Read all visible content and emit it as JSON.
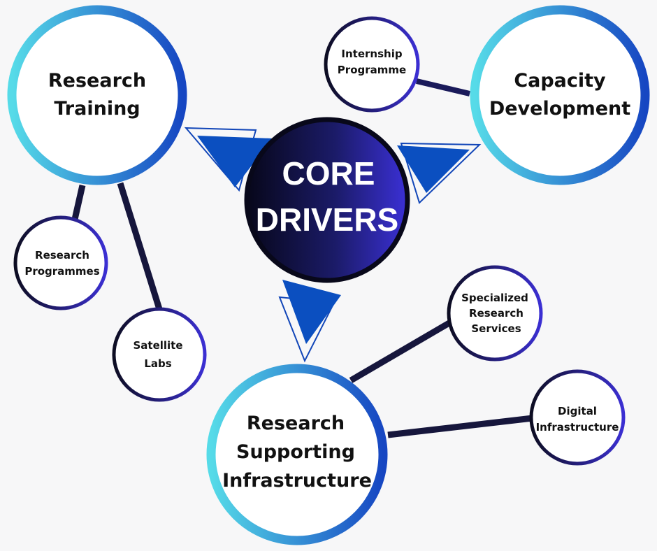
{
  "core": {
    "line1": "CORE",
    "line2": "DRIVERS"
  },
  "drivers": {
    "training": {
      "line1": "Research",
      "line2": "Training"
    },
    "capacity": {
      "line1": "Capacity",
      "line2": "Development"
    },
    "infrastructure": {
      "line1": "Research",
      "line2": "Supporting",
      "line3": "Infrastructure"
    }
  },
  "components": {
    "research_programmes": {
      "line1": "Research",
      "line2": "Programmes"
    },
    "satellite_labs": {
      "line1": "Satellite",
      "line2": "Labs"
    },
    "internship_programme": {
      "line1": "Internship",
      "line2": "Programme"
    },
    "specialized_services": {
      "line1": "Specialized",
      "line2": "Research",
      "line3": "Services"
    },
    "digital_infrastructure": {
      "line1": "Digital",
      "line2": "Infrastructure"
    }
  },
  "colors": {
    "background": "#f7f7f8",
    "ring_light": "#4fd3e3",
    "ring_dark": "#1a57c9",
    "core_dark": "#0d0d1f",
    "core_light": "#3a2fd0",
    "arrow_blue": "#0b4fc0",
    "connector": "#14143a"
  }
}
